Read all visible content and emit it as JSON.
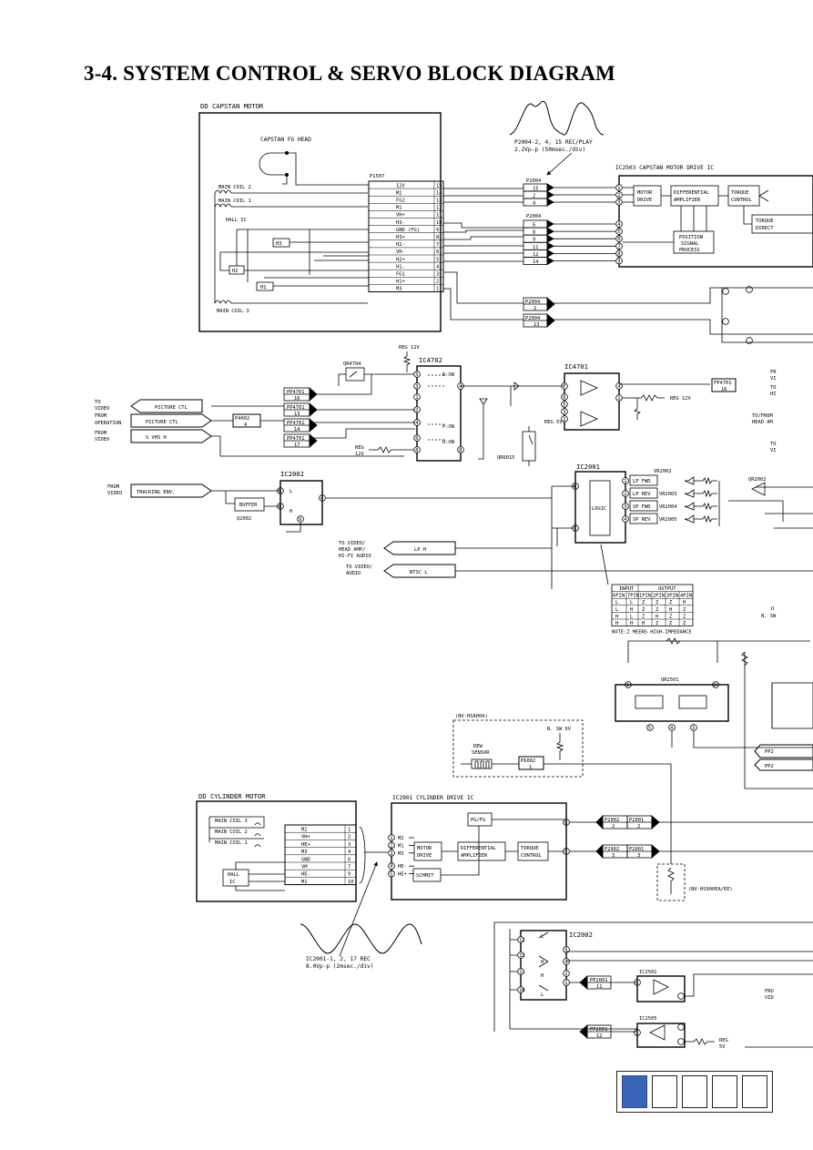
{
  "title": "3-4. SYSTEM CONTROL & SERVO BLOCK DIAGRAM",
  "capstan_motor": {
    "label": "DD CAPSTAN MOTOR",
    "fg_head": "CAPSTAN FG HEAD",
    "coil2": "MAIN COIL 2",
    "coil1": "MAIN COIL 1",
    "coil3": "MAIN COIL 3",
    "hall_ic": "HALL IC",
    "h1": "H1",
    "h2": "H2",
    "h3": "H3",
    "connector": "P1507",
    "pins": [
      {
        "name": "12V",
        "num": "15"
      },
      {
        "name": "M2",
        "num": "14"
      },
      {
        "name": "FG2",
        "num": "13"
      },
      {
        "name": "M1",
        "num": "12"
      },
      {
        "name": "VH+",
        "num": "11"
      },
      {
        "name": "H3-",
        "num": "10"
      },
      {
        "name": "GND (FG)",
        "num": "9"
      },
      {
        "name": "H3+",
        "num": "8"
      },
      {
        "name": "H2-",
        "num": "7"
      },
      {
        "name": "VH-",
        "num": "6"
      },
      {
        "name": "H2+",
        "num": "5"
      },
      {
        "name": "H1-",
        "num": "4"
      },
      {
        "name": "FG1",
        "num": "3"
      },
      {
        "name": "H1+",
        "num": "2"
      },
      {
        "name": "M3",
        "num": "1"
      }
    ]
  },
  "waveform_top": {
    "l1": "P2004-2, 4, 15 REC/PLAY",
    "l2": "2.2Vp-p (50msec./div)"
  },
  "ic2503": {
    "label": "IC2503 CAPSTAN MOTOR DRIVE IC",
    "motor_drive": [
      "MOTOR",
      "DRIVE"
    ],
    "diff_amp": [
      "DIFFERENTIAL",
      "AMPLIFIER"
    ],
    "torque": [
      "TORQUE",
      "CONTROL"
    ],
    "position": [
      "POSITION",
      "SIGNAL",
      "PROCESS"
    ],
    "torque_dir": [
      "TORQUE",
      "DIRECT"
    ],
    "pins_a": [
      "1",
      "2",
      "3"
    ],
    "pins_b": [
      "4",
      "5",
      "6",
      "7",
      "8",
      "9"
    ]
  },
  "p2004": {
    "label": "P2004",
    "a": [
      "15",
      "2",
      "4"
    ],
    "b": [
      "6",
      "8",
      "9",
      "11",
      "12",
      "14"
    ],
    "c": [
      "2",
      "13"
    ]
  },
  "right_cut": {
    "fr_vi": [
      "FR",
      "VI"
    ],
    "to_hi": [
      "TO",
      "HI"
    ],
    "to_from": [
      "TO/FROM",
      "HEAD AM"
    ],
    "to_vi": [
      "TO",
      "VI"
    ],
    "n_sw": [
      "O",
      "N. SW"
    ],
    "fro_vid": [
      "FRO",
      "VID"
    ]
  },
  "system": {
    "reg12v": "REG 12V",
    "qr4704": "QR4704",
    "ic4702": "IC4702",
    "ic4701": "IC4701",
    "reg_12v_dash": "REG 12V",
    "reg_12v_small": [
      "REG",
      "12V"
    ],
    "reg_5v": "REG 5V",
    "qr6015": "QR6015",
    "on_r": "R:ON",
    "on_p": "P:ON",
    "on_r2": "R:ON",
    "fp4701": [
      "FP4701",
      "16"
    ],
    "to_video": [
      "TO",
      "VIDEO"
    ],
    "from_operation": [
      "FROM",
      "OPERATION"
    ],
    "from_video": [
      "FROM",
      "VIDEO"
    ],
    "picture_ctl_out": "PICTURE CTL",
    "picture_ctl_in": "PICTURE CTL",
    "svhs": "S VHS H",
    "p4002": [
      "P4002",
      "4"
    ],
    "pp4701": [
      [
        "PP4701",
        "16"
      ],
      [
        "PP4701",
        "13"
      ],
      [
        "PP4701",
        "14"
      ],
      [
        "PP4701",
        "17"
      ]
    ]
  },
  "tracking": {
    "from_video": [
      "FROM",
      "VIDEO"
    ],
    "tracking_env": "TRACKING ENV.",
    "ic2002": "IC2002",
    "buffer": "BUFFER",
    "q2002": "Q2002",
    "to_video_head": [
      "TO VIDEO/",
      "HEAD AMP/",
      "HI-FI AUDIO"
    ],
    "to_video_audio": [
      "TO VIDEO/",
      "AUDIO"
    ],
    "lp": "LP H",
    "ntsc": "NTSC L"
  },
  "ic2001": {
    "label": "IC2001",
    "logic": "LOGIC",
    "vr2002": "VR2002",
    "rows": [
      {
        "label": "LP FWD",
        "vr": ""
      },
      {
        "label": "LP REV",
        "vr": "VR2003"
      },
      {
        "label": "SP FWD",
        "vr": "VR2004"
      },
      {
        "label": "SP REV",
        "vr": "VR2005"
      }
    ],
    "qr2002": "QR2002"
  },
  "truth_table": {
    "input": "INPUT",
    "output": "OUTPUT",
    "headers": [
      "6PIN",
      "7PIN",
      "1PIN",
      "2PIN",
      "3PIN",
      "4PIN"
    ],
    "rows": [
      [
        "L",
        "L",
        "Z",
        "Z",
        "Z",
        "H"
      ],
      [
        "L",
        "H",
        "Z",
        "Z",
        "H",
        "Z"
      ],
      [
        "H",
        "L",
        "Z",
        "H",
        "Z",
        "Z"
      ],
      [
        "H",
        "H",
        "H",
        "Z",
        "Z",
        "Z"
      ]
    ],
    "note": "NOTE:Z MEENS HIGH-IMPEDANCE"
  },
  "qr2501": "QR2501",
  "dew": {
    "model": "(NV-HS800A)",
    "nsw": "N. SW 6V",
    "sensor": [
      "DEW",
      "SENSOR"
    ],
    "p6002": [
      "P6002",
      "1"
    ]
  },
  "cylinder": {
    "label": "DD CYLINDER MOTOR",
    "coil3": "MAIN COIL 3",
    "coil2": "MAIN COIL 2",
    "coil1": "MAIN COIL 1",
    "hall": [
      "HALL",
      "IC"
    ],
    "pins": [
      {
        "name": "M2",
        "num": "1"
      },
      {
        "name": "VH+",
        "num": "2"
      },
      {
        "name": "HE+",
        "num": "3"
      },
      {
        "name": "M3",
        "num": "4"
      },
      {
        "name": "GND",
        "num": "6"
      },
      {
        "name": "VM",
        "num": "7"
      },
      {
        "name": "HE-",
        "num": "9"
      },
      {
        "name": "M1",
        "num": "10"
      }
    ]
  },
  "ic2901": {
    "label": "IC2901 CYLINDER DRIVE IC",
    "inputs": [
      "M2",
      "M1",
      "M3",
      "HE-",
      "HE+"
    ],
    "pg_fg": "PG/FG",
    "motor_drive": [
      "MOTOR",
      "DRIVE"
    ],
    "diff_amp": [
      "DIFFERENTIAL",
      "AMPLIFIER"
    ],
    "torque": [
      "TORQUE",
      "CONTROL"
    ],
    "schmit": "SCHMIT",
    "p2902_a": [
      "P2902",
      "2"
    ],
    "p2001_a": [
      "P2001",
      "2"
    ],
    "p2902_b": [
      "P2902",
      "3"
    ],
    "p2001_b": [
      "P2001",
      "3"
    ],
    "model_ee": "(NV-HS900EA/EE)"
  },
  "waveform_bottom": {
    "l1": "IC2001-1, 2, 17 REC",
    "l2": "8.0Vp-p (2msec./div)"
  },
  "lower_right": {
    "ic2002": "IC2002",
    "ic2502": "IC2502",
    "ic2505": "IC2505",
    "pp2001_a": [
      "PP2001",
      "11"
    ],
    "pp2001_b": [
      "PP2001",
      "12"
    ],
    "reg5v": [
      "REG",
      "5V"
    ]
  },
  "pp2_right": [
    "PP2",
    "PP2"
  ],
  "thumbnails": 5,
  "colors": {
    "ink": "#000000",
    "accent": "#3a64b8"
  }
}
